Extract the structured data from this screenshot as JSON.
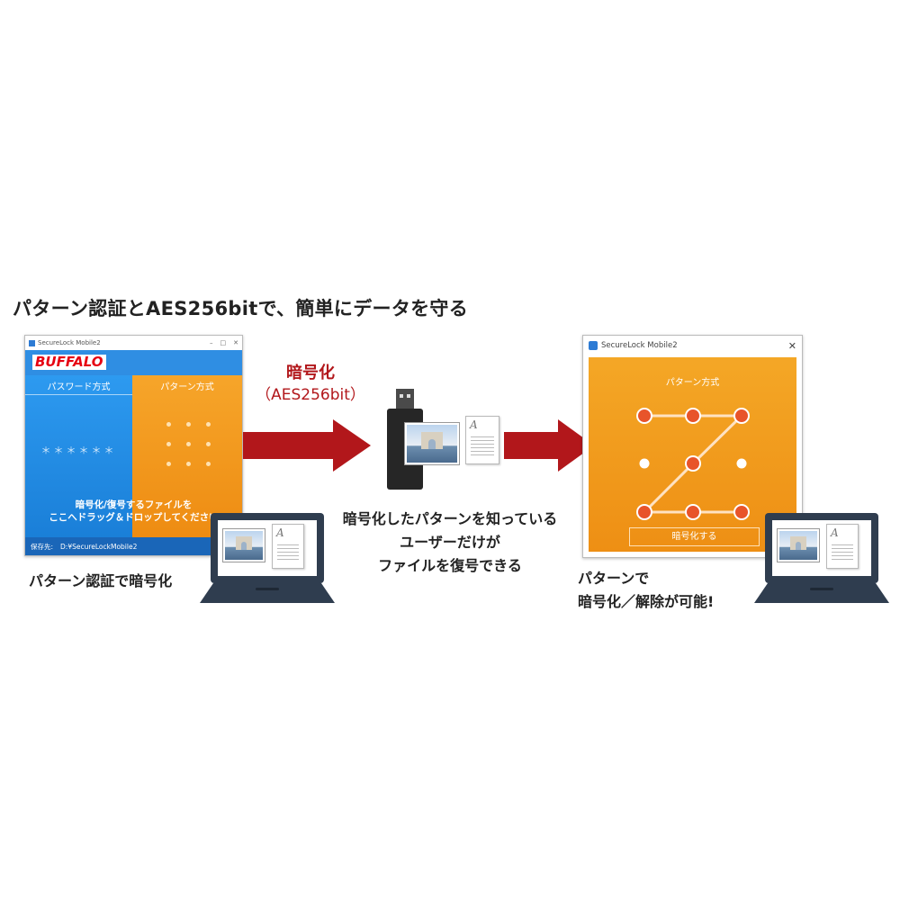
{
  "headline": "パターン認証とAES256bitで、簡単にデータを守る",
  "left_window": {
    "title": "SecureLock Mobile2",
    "controls": [
      "–",
      "□",
      "✕"
    ],
    "brand": "BUFFALO",
    "tab_password": "パスワード方式",
    "tab_pattern": "パターン方式",
    "password_mask": "＊＊＊＊＊＊",
    "drop_line1": "暗号化/復号するファイルを",
    "drop_line2": "ここへドラッグ＆ドロップしてください",
    "status_label": "保存先:",
    "status_path": "D:¥SecureLockMobile2"
  },
  "caption_left": "パターン認証で暗号化",
  "encryption_label": {
    "line1": "暗号化",
    "line2": "（AES256bit）"
  },
  "caption_mid": {
    "line1": "暗号化したパターンを知っている",
    "line2": "ユーザーだけが",
    "line3": "ファイルを復号できる"
  },
  "right_window": {
    "title": "SecureLock Mobile2",
    "close": "✕",
    "mode_title": "パターン方式",
    "encrypt_button": "暗号化する"
  },
  "caption_right": {
    "line1": "パターンで",
    "line2": "暗号化／解除が可能!"
  },
  "doc_letter": "A",
  "colors": {
    "arrow": "#b2171b",
    "blue": "#2d9af0",
    "orange": "#f4a726",
    "laptop": "#2f3d4f",
    "pattern_dot_active": "#e8542a",
    "pattern_dot_idle": "#ffffff"
  }
}
